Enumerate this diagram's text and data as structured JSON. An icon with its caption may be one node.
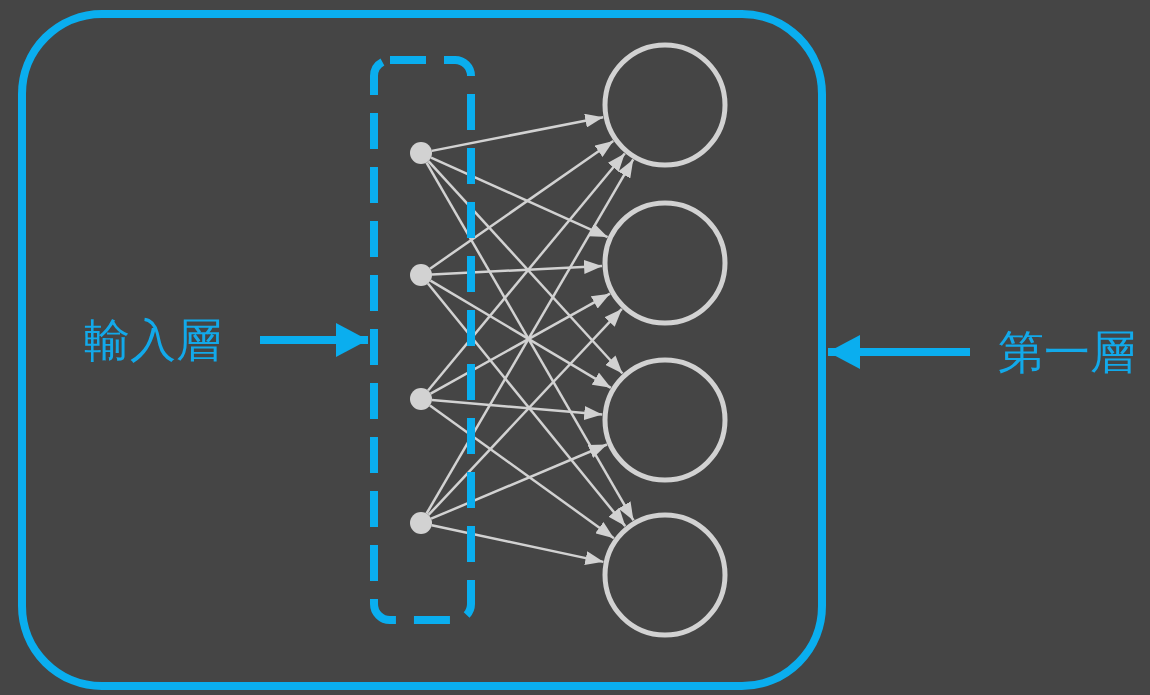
{
  "diagram": {
    "nodes": [
      {
        "text": [],
        "shape": "box"
      },
      {
        "text": [],
        "shape": "box",
        "in": 0
      },
      {
        "text": [],
        "shape": "circle",
        "in": 1
      },
      {
        "text": [],
        "shape": "circle",
        "in": 1
      },
      {
        "text": [],
        "shape": "circle",
        "in": 1
      },
      {
        "text": [],
        "shape": "circle",
        "in": 1
      },
      {
        "text": [],
        "shape": "circle",
        "in": 0
      },
      {
        "text": [],
        "shape": "circle",
        "in": 0
      },
      {
        "text": [],
        "shape": "circle",
        "in": 0
      },
      {
        "text": [],
        "shape": "circle",
        "in": 0
      },
      {
        "text": [
          "輸入層"
        ],
        "in": 0
      },
      {
        "text": [
          "第一層"
        ]
      }
    ],
    "edges": [
      {
        "from": 10,
        "to": 1,
        "arrow": "to",
        "style": "thick",
        "color": "#0aaeef"
      },
      {
        "from": 11,
        "to": 0,
        "arrow": "to",
        "style": "thick",
        "color": "#0aaeef"
      },
      {
        "from": 2,
        "to": 6,
        "arrow": "to"
      },
      {
        "from": 2,
        "to": 7,
        "arrow": "to"
      },
      {
        "from": 2,
        "to": 8,
        "arrow": "to"
      },
      {
        "from": 2,
        "to": 9,
        "arrow": "to"
      },
      {
        "from": 3,
        "to": 6,
        "arrow": "to"
      },
      {
        "from": 3,
        "to": 7,
        "arrow": "to"
      },
      {
        "from": 3,
        "to": 8,
        "arrow": "to"
      },
      {
        "from": 3,
        "to": 9,
        "arrow": "to"
      },
      {
        "from": 4,
        "to": 6,
        "arrow": "to"
      },
      {
        "from": 4,
        "to": 7,
        "arrow": "to"
      },
      {
        "from": 4,
        "to": 8,
        "arrow": "to"
      },
      {
        "from": 4,
        "to": 9,
        "arrow": "to"
      },
      {
        "from": 5,
        "to": 6,
        "arrow": "to"
      },
      {
        "from": 5,
        "to": 7,
        "arrow": "to"
      },
      {
        "from": 5,
        "to": 8,
        "arrow": "to"
      },
      {
        "from": 5,
        "to": 9,
        "arrow": "to"
      }
    ]
  }
}
